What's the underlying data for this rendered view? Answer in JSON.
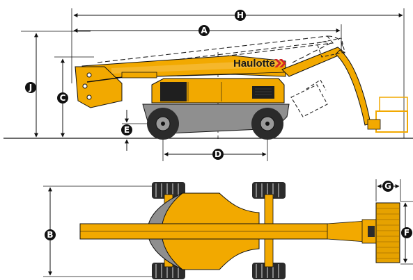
{
  "brand": {
    "name": "Haulotte",
    "text_color": "#1a1a1a",
    "chevron_color": "#d2232a"
  },
  "colors": {
    "machine_yellow": "#f2a900",
    "machine_dark": "#1f1f1f",
    "tire": "#2b2b2b",
    "counterweight": "#8f8f8f",
    "dimension_line": "#111111",
    "label_fill": "#111111"
  },
  "dimensions": {
    "A": "A",
    "B": "B",
    "C": "C",
    "D": "D",
    "E": "E",
    "F": "F",
    "G": "G",
    "H": "H",
    "J": "J"
  },
  "icons": {
    "basket_side_view": "basket-icon",
    "basket_top_view": "basket-top-icon",
    "wheel": "wheel-icon"
  }
}
